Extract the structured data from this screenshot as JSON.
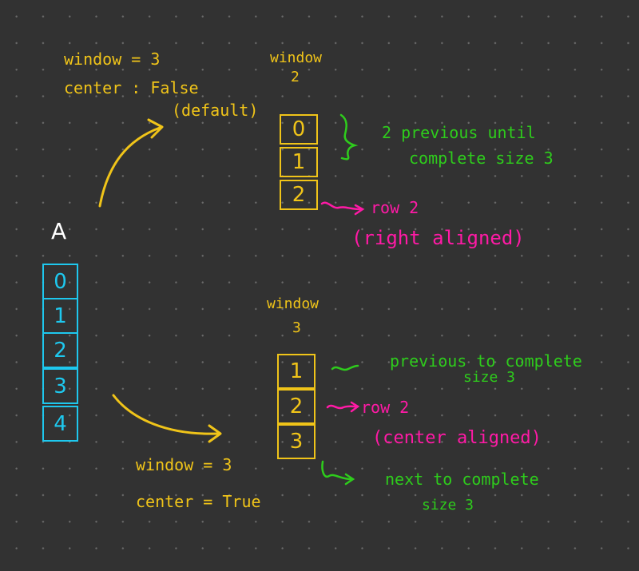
{
  "title_A": "A",
  "array_A": [
    "0",
    "1",
    "2",
    "3",
    "4"
  ],
  "top": {
    "param_window": "window = 3",
    "param_center": "center : False",
    "param_default": "(default)",
    "window_label_1": "window",
    "window_label_2": "2",
    "cells": [
      "0",
      "1",
      "2"
    ],
    "note_line1": "2 previous until",
    "note_line2": "complete size 3",
    "row_label": "row 2",
    "row_align": "(right aligned)"
  },
  "bottom": {
    "param_window": "window = 3",
    "param_center": "center = True",
    "window_label_1": "window",
    "window_label_2": "3",
    "cells": [
      "1",
      "2",
      "3"
    ],
    "prev_line1": "previous to complete",
    "prev_line2": "size 3",
    "row_label": "row 2",
    "row_align": "(center aligned)",
    "next_line1": "next to complete",
    "next_line2": "size 3"
  },
  "colors": {
    "background": "#323232",
    "cyan": "#1ec8ee",
    "yellow": "#f0c419",
    "green": "#2ecc1c",
    "pink": "#ff1aa6"
  }
}
